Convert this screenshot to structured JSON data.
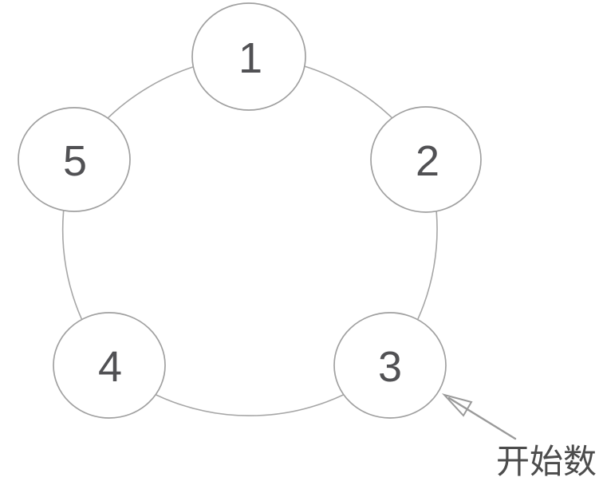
{
  "diagram": {
    "kind": "circular-counting-ring",
    "node_count": 5
  },
  "nodes": [
    {
      "label": "1"
    },
    {
      "label": "2"
    },
    {
      "label": "3"
    },
    {
      "label": "4"
    },
    {
      "label": "5"
    }
  ],
  "annotation": {
    "label": "开始数",
    "points_to_node": "3"
  },
  "colors": {
    "background": "#ffffff",
    "ring": "#a6a6a6",
    "node_border": "#a0a0a0",
    "node_fill": "#ffffff",
    "number": "#515154",
    "arrow": "#9a9a9a",
    "label_text": "#4c4c4c"
  }
}
